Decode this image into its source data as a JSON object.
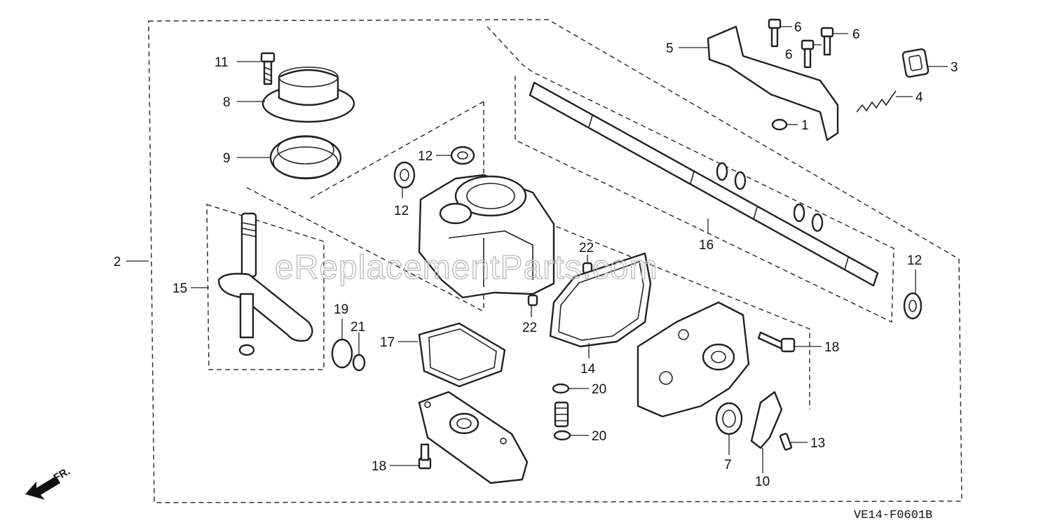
{
  "watermark": "eReplacementParts.com",
  "diagram_code": "VE14-F0601B",
  "direction_label": "FR.",
  "callouts": [
    {
      "id": "c1",
      "label": "1"
    },
    {
      "id": "c2",
      "label": "2"
    },
    {
      "id": "c3",
      "label": "3"
    },
    {
      "id": "c4",
      "label": "4"
    },
    {
      "id": "c5",
      "label": "5"
    },
    {
      "id": "c6a",
      "label": "6"
    },
    {
      "id": "c6b",
      "label": "6"
    },
    {
      "id": "c6c",
      "label": "6"
    },
    {
      "id": "c7",
      "label": "7"
    },
    {
      "id": "c8",
      "label": "8"
    },
    {
      "id": "c9",
      "label": "9"
    },
    {
      "id": "c10",
      "label": "10"
    },
    {
      "id": "c11",
      "label": "11"
    },
    {
      "id": "c12a",
      "label": "12"
    },
    {
      "id": "c12b",
      "label": "12"
    },
    {
      "id": "c12c",
      "label": "12"
    },
    {
      "id": "c13",
      "label": "13"
    },
    {
      "id": "c14",
      "label": "14"
    },
    {
      "id": "c15",
      "label": "15"
    },
    {
      "id": "c16",
      "label": "16"
    },
    {
      "id": "c17",
      "label": "17"
    },
    {
      "id": "c18a",
      "label": "18"
    },
    {
      "id": "c18b",
      "label": "18"
    },
    {
      "id": "c19",
      "label": "19"
    },
    {
      "id": "c20a",
      "label": "20"
    },
    {
      "id": "c20b",
      "label": "20"
    },
    {
      "id": "c21",
      "label": "21"
    },
    {
      "id": "c22a",
      "label": "22"
    },
    {
      "id": "c22b",
      "label": "22"
    }
  ]
}
